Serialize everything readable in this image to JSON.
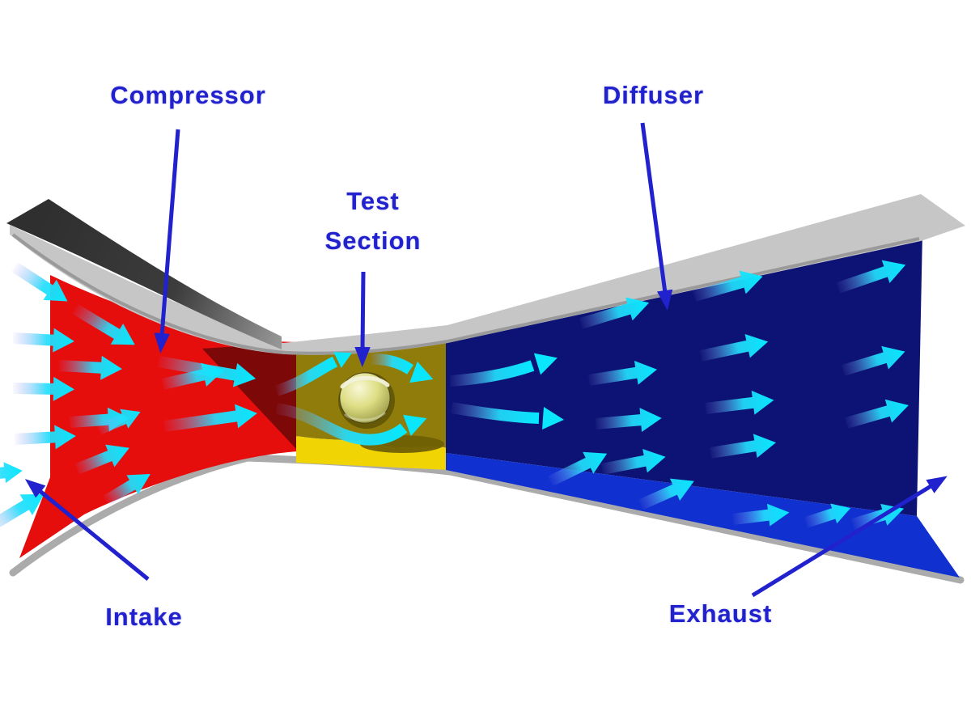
{
  "labels": {
    "compressor": "Compressor",
    "test_section": {
      "line1": "Test",
      "line2": "Section"
    },
    "diffuser": "Diffuser",
    "intake": "Intake",
    "exhaust": "Exhaust"
  },
  "colors": {
    "label_blue": "#2121cd",
    "pointer_arrow_blue": "#2121cd",
    "flow_arrow_cyan": "#06e8ff",
    "compressor_wall_red": "#e60d0d",
    "compressor_shadow_maroon": "#7d0808",
    "test_section_wall_olive": "#8f7c0a",
    "test_section_floor_yellow": "#f0d403",
    "ball_shadow_olive": "#6f6005",
    "diffuser_wall_navy": "#0c1374",
    "diffuser_floor_blue": "#1130d0",
    "duct_frame_gray": "#c6c6c6",
    "duct_rim_gray": "#ababab",
    "top_panel_dark": "#333333",
    "background": "#ffffff"
  }
}
